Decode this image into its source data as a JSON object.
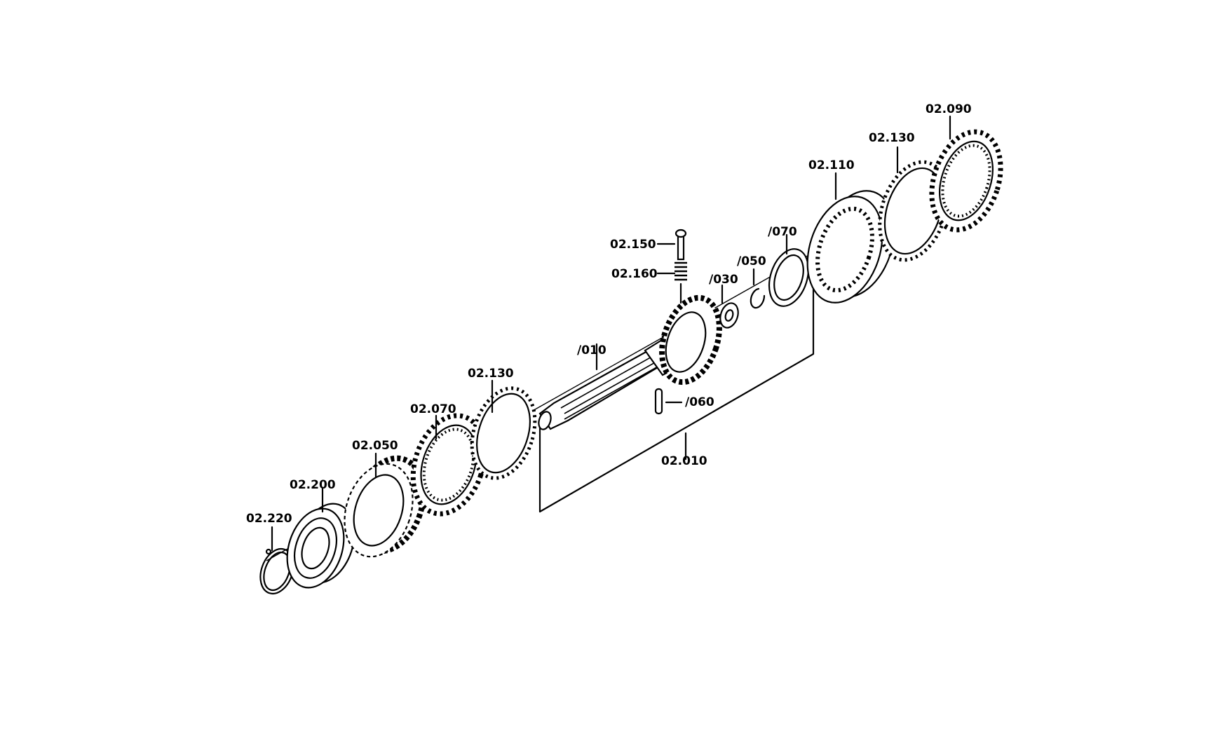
{
  "labels": {
    "p02_090": "02.090",
    "p02_130_top": "02.130",
    "p02_110": "02.110",
    "p070": "/070",
    "p050": "/050",
    "p030": "/030",
    "p02_150": "02.150",
    "p02_160": "02.160",
    "p010": "/010",
    "p060": "/060",
    "p02_010": "02.010",
    "p02_130_bottom": "02.130",
    "p02_070": "02.070",
    "p02_050": "02.050",
    "p02_200": "02.200",
    "p02_220": "02.220"
  }
}
